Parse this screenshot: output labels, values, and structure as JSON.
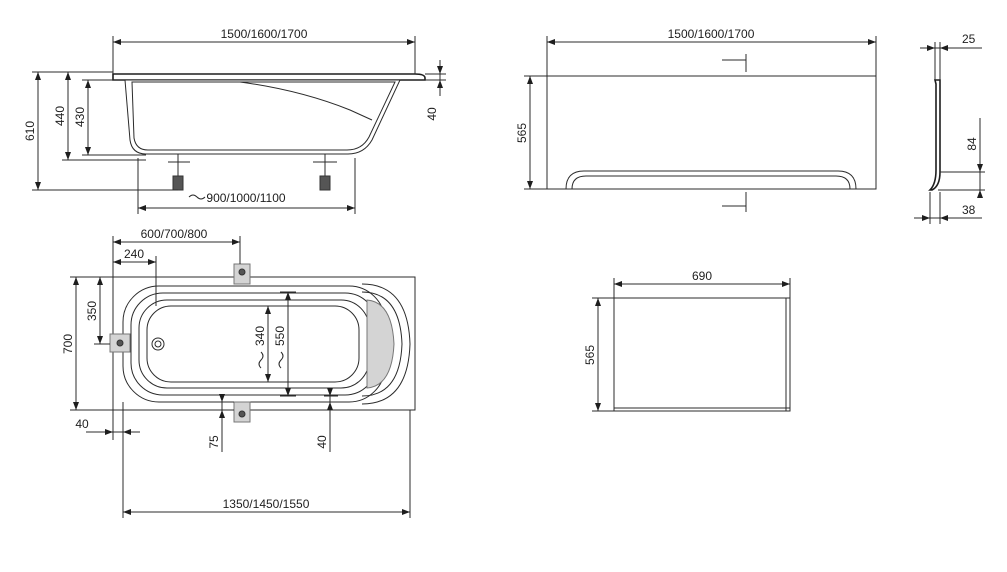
{
  "side_view": {
    "length": "1500/1600/1700",
    "height_total": "610",
    "height_rim": "440",
    "height_body": "430",
    "rim_thickness": "40",
    "leg_span": "900/1000/1100"
  },
  "front_panel": {
    "length": "1500/1600/1700",
    "height": "565"
  },
  "panel_profile": {
    "top": "25",
    "recess": "84",
    "foot": "38"
  },
  "top_view": {
    "position": "600/700/800",
    "offset": "240",
    "width": "700",
    "half_width": "350",
    "inner_width": "550",
    "bottom_width": "340",
    "edge_left": "40",
    "edge_bracket": "75",
    "edge_right": "40",
    "inner_length": "1350/1450/1550"
  },
  "side_panel": {
    "width": "690",
    "height": "565"
  }
}
